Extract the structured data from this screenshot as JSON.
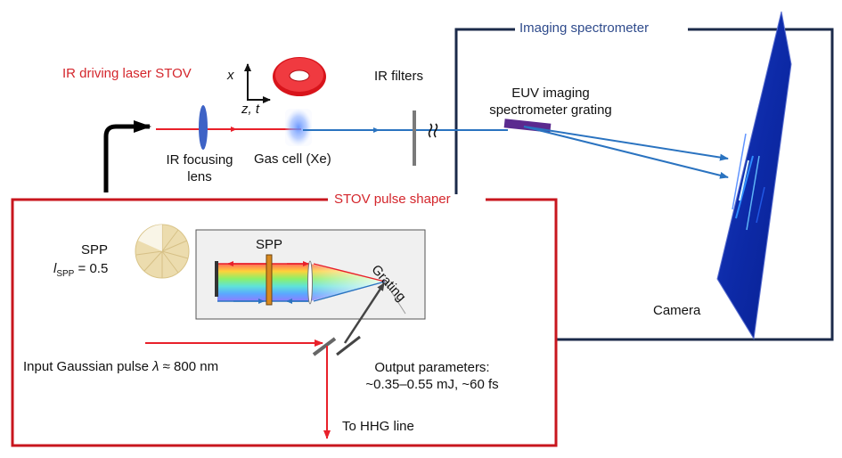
{
  "colors": {
    "ir_laser": "#e8202a",
    "euv_beam": "#2a73c0",
    "spectrometer_box": "#1b2a4a",
    "pulse_shaper_box": "#c8161e",
    "camera": "#0b2ba0",
    "lens": "#3e63c6",
    "spp_plate": "#e8d6a8",
    "grating_chip": "#5b2a8f"
  },
  "labels": {
    "imaging_spectrometer": "Imaging spectrometer",
    "ir_driving_laser": "IR driving laser STOV",
    "axis_x": "x",
    "axis_zt": "z, t",
    "ir_filters": "IR filters",
    "euv_grating_line1": "EUV imaging",
    "euv_grating_line2": "spectrometer grating",
    "ir_focusing_line1": "IR focusing",
    "ir_focusing_line2": "lens",
    "gas_cell": "Gas cell (Xe)",
    "stov_pulse_shaper": "STOV pulse shaper",
    "spp_left": "SPP",
    "spp_symbol": "l",
    "spp_subscript": "SPP",
    "spp_value": " = 0.5",
    "spp_inner": "SPP",
    "grating": "Grating",
    "camera": "Camera",
    "input_pulse_prefix": "Input Gaussian pulse ",
    "input_pulse_lambda": "λ",
    "input_pulse_suffix": " ≈ 800 nm",
    "output_line1": "Output parameters:",
    "output_line2": "~0.35–0.55 mJ, ~60 fs",
    "to_hhg": "To HHG line"
  }
}
